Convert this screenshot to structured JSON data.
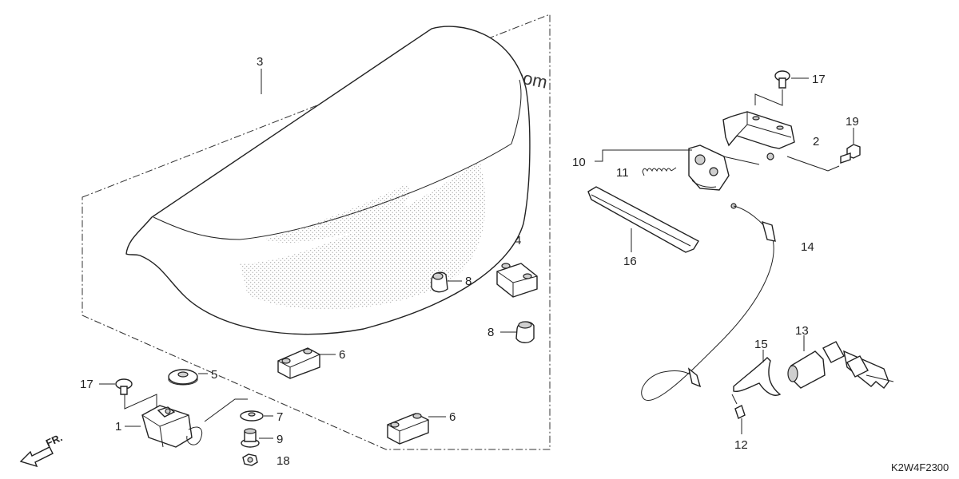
{
  "watermark": "© Partzilla.com",
  "diagram_code": "K2W4F2300",
  "direction_label": "FR.",
  "callouts": {
    "c1": "1",
    "c2": "2",
    "c3": "3",
    "c4": "4",
    "c5": "5",
    "c6a": "6",
    "c6b": "6",
    "c7": "7",
    "c8a": "8",
    "c8b": "8",
    "c9": "9",
    "c10": "10",
    "c11": "11",
    "c12": "12",
    "c13": "13",
    "c14": "14",
    "c15": "15",
    "c16": "16",
    "c17a": "17",
    "c17b": "17",
    "c18": "18",
    "c19": "19"
  }
}
